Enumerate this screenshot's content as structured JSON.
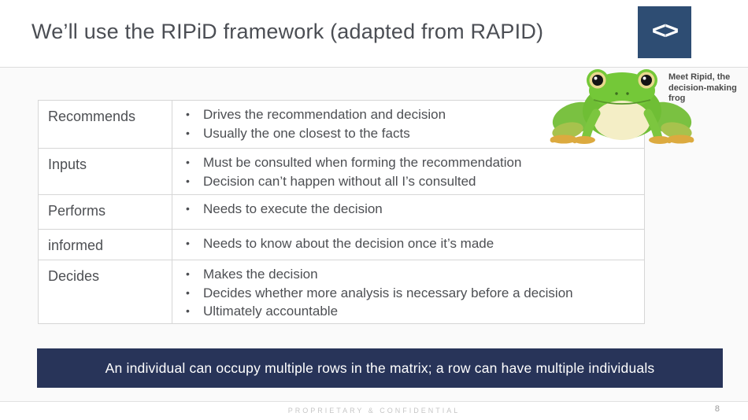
{
  "header": {
    "title": "We’ll use the RIPiD framework (adapted from RAPID)",
    "logo_glyph": "<>"
  },
  "mascot": {
    "caption": "Meet Ripid, the decision-making frog"
  },
  "table": {
    "rows": [
      {
        "label": "Recommends",
        "bullets": [
          "Drives the recommendation and decision",
          "Usually the one closest to the facts"
        ]
      },
      {
        "label": "Inputs",
        "bullets": [
          "Must be consulted when forming the recommendation",
          "Decision can’t happen without all I’s consulted"
        ]
      },
      {
        "label": "Performs",
        "bullets": [
          "Needs to execute the decision"
        ]
      },
      {
        "label": "informed",
        "bullets": [
          "Needs to know about the decision once it’s made"
        ]
      },
      {
        "label": "Decides",
        "bullets": [
          "Makes the decision",
          "Decides whether more analysis is necessary before a decision",
          "Ultimately accountable"
        ]
      }
    ],
    "bullet_glyph": "•"
  },
  "banner": {
    "text": "An individual can occupy multiple rows in the matrix; a row can have multiple individuals"
  },
  "footer": {
    "confidential": "PROPRIETARY & CONFIDENTIAL",
    "page_number": "8"
  },
  "colors": {
    "logo_bg": "#2e4d73",
    "banner_bg": "#283459",
    "frog_green": "#6fbe35"
  }
}
